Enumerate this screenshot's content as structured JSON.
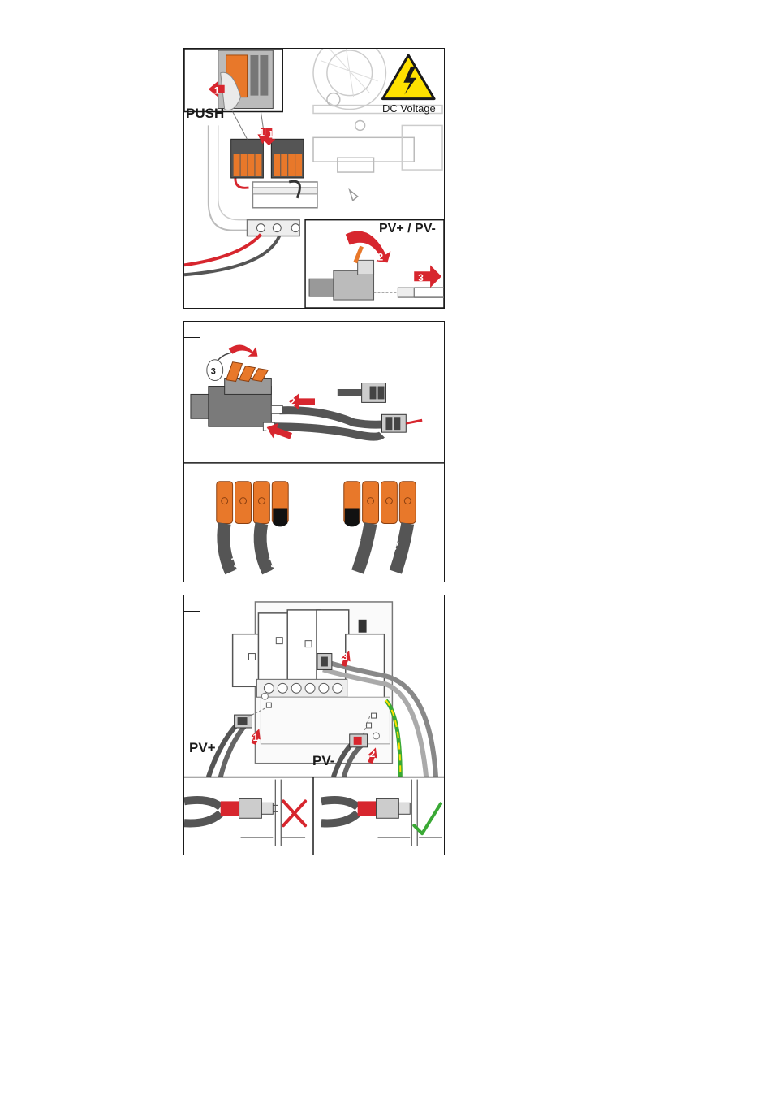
{
  "step1": {
    "push_label": "PUSH",
    "warning_label": "DC Voltage",
    "pv_label": "PV+ / PV-",
    "callouts": [
      "1",
      "1",
      "1",
      "2",
      "3"
    ]
  },
  "step2": {
    "callouts": [
      "3",
      "2",
      "1"
    ],
    "left_cables": [
      "PV1+",
      "PV2+"
    ],
    "right_cables": [
      "PV2-",
      "PV1-"
    ]
  },
  "step3": {
    "pv_plus_label": "PV+",
    "pv_minus_label": "PV-",
    "callouts": [
      "1",
      "2",
      "3"
    ]
  },
  "colors": {
    "orange": "#e8782a",
    "red": "#d7262e",
    "cable_gray": "#6e6e6e",
    "light_gray": "#bdbdbd",
    "green_check": "#3aa935",
    "warning_yellow": "#ffe100"
  }
}
